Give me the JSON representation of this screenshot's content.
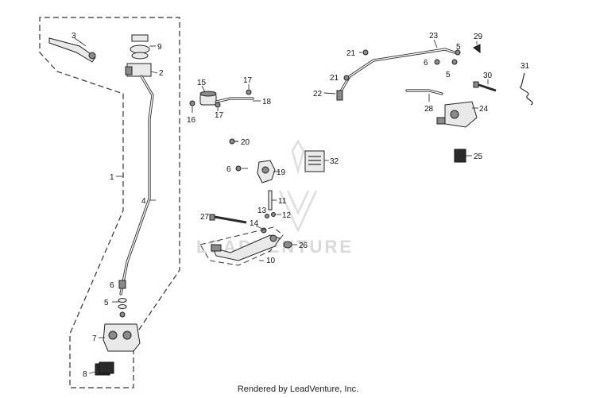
{
  "watermark": "LEADVENTURE",
  "footer": "Rendered by LeadVenture, Inc.",
  "callouts": {
    "p1": "1",
    "p2": "2",
    "p3": "3",
    "p4": "4",
    "p5a": "5",
    "p5b": "5",
    "p5c": "5",
    "p6a": "6",
    "p6b": "6",
    "p7": "7",
    "p8": "8",
    "p9": "9",
    "p10": "10",
    "p11": "11",
    "p12": "12",
    "p13": "13",
    "p14": "14",
    "p15": "15",
    "p16": "16",
    "p17a": "17",
    "p17b": "17",
    "p18": "18",
    "p19": "19",
    "p20": "20",
    "p21a": "21",
    "p21b": "21",
    "p22": "22",
    "p23": "23",
    "p24": "24",
    "p25": "25",
    "p26": "26",
    "p27": "27",
    "p28": "28",
    "p29": "29",
    "p30": "30",
    "p31": "31",
    "p32": "32"
  }
}
